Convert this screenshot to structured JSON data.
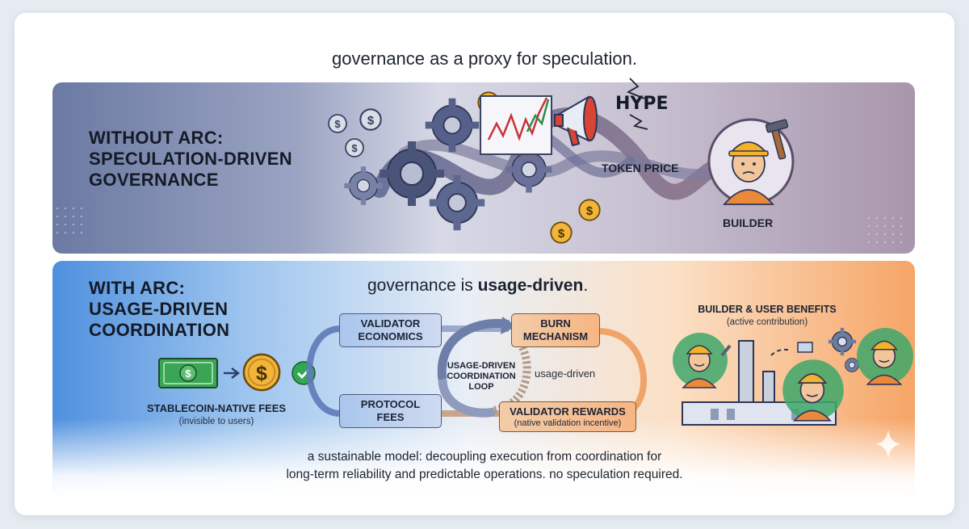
{
  "header": {
    "text": "governance as a proxy for speculation."
  },
  "top_panel": {
    "title_line1": "WITHOUT ARC:",
    "title_line2": "SPECULATION-DRIVEN",
    "title_line3": "GOVERNANCE",
    "hype_label": "HYPE",
    "token_price_label": "TOKEN PRICE",
    "builder_label": "BUILDER",
    "colors": {
      "left": "#6b7aa3",
      "center": "#d7d9e6",
      "right": "#a895ac",
      "coin": "#f2b53a"
    }
  },
  "bottom_panel": {
    "title_line1": "WITH ARC:",
    "title_line2": "USAGE-DRIVEN",
    "title_line3": "COORDINATION",
    "tagline_prefix": "governance is ",
    "tagline_bold": "usage-driven",
    "tagline_suffix": ".",
    "stablecoin_label": "STABLECOIN-NATIVE FEES",
    "stablecoin_sub": "(invisible to users)",
    "boxes": {
      "validator_economics_1": "VALIDATOR",
      "validator_economics_2": "ECONOMICS",
      "burn_1": "BURN",
      "burn_2": "MECHANISM",
      "protocol_1": "PROTOCOL",
      "protocol_2": "FEES",
      "rewards_1": "VALIDATOR REWARDS",
      "rewards_2": "(native validation incentive)"
    },
    "loop_1": "USAGE-DRIVEN",
    "loop_2": "COORDINATION",
    "loop_3": "LOOP",
    "loop_side": "usage-driven",
    "benefits_label": "BUILDER & USER BENEFITS",
    "benefits_sub": "(active contribution)",
    "colors": {
      "left": "#4f90df",
      "right": "#f6a566",
      "check": "#2fa84f",
      "cash": "#3aa655"
    }
  },
  "footer": {
    "line1": "a sustainable model: decoupling execution from coordination for",
    "line2": "long-term reliability and predictable operations. no speculation required."
  }
}
